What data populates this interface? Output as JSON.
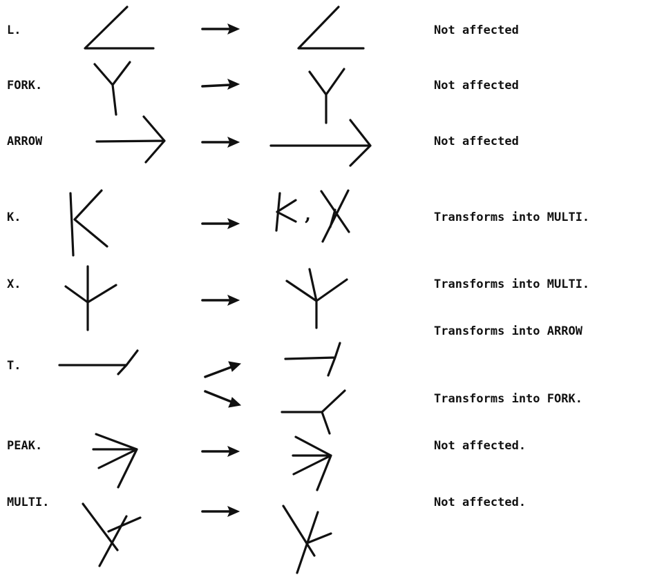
{
  "rows": [
    {
      "id": "l",
      "label": "L.",
      "result": "Not affected"
    },
    {
      "id": "fork",
      "label": "FORK.",
      "result": "Not affected"
    },
    {
      "id": "arrow",
      "label": "ARROW",
      "result": "Not affected"
    },
    {
      "id": "k",
      "label": "K.",
      "result": "Transforms into  MULTI.",
      "separator": ","
    },
    {
      "id": "x",
      "label": "X.",
      "result": "Transforms into MULTI."
    },
    {
      "id": "t",
      "label": "T.",
      "results": [
        "Transforms into ARROW",
        "Transforms into FORK."
      ]
    },
    {
      "id": "peak",
      "label": "PEAK.",
      "result": "Not affected."
    },
    {
      "id": "multi",
      "label": "MULTI.",
      "result": "Not affected."
    }
  ],
  "stroke_color": "#111111"
}
